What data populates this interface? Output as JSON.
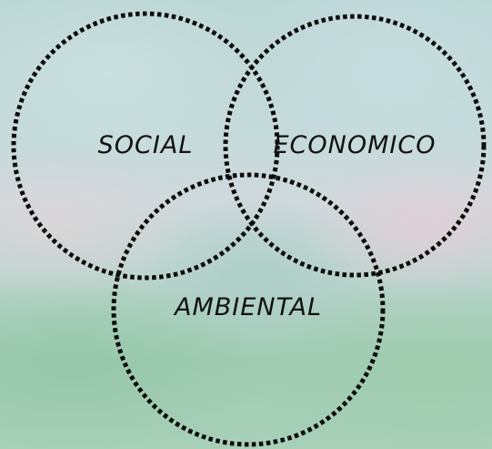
{
  "diagram": {
    "type": "venn",
    "sets": [
      {
        "id": "social",
        "label": "SOCIAL"
      },
      {
        "id": "economic",
        "label": "ECONOMICO"
      },
      {
        "id": "environmental",
        "label": "AMBIENTAL"
      }
    ]
  },
  "colors": {
    "stroke": "#0c0c0c",
    "text": "#111111"
  }
}
